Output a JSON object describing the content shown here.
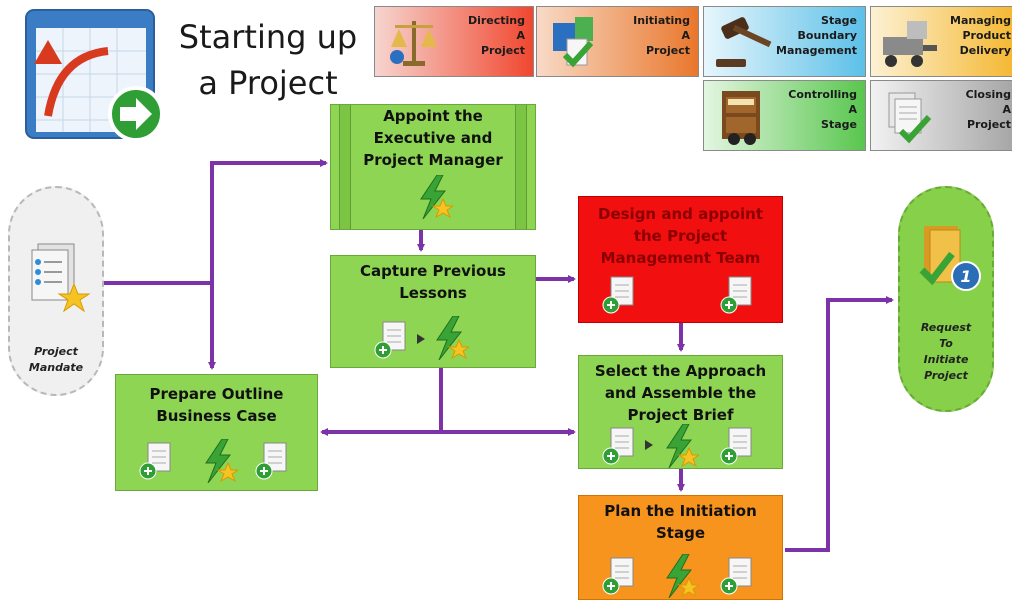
{
  "title": {
    "line1": "Starting up",
    "line2": "a Project"
  },
  "processes": [
    {
      "id": "directing",
      "lines": [
        "Directing",
        "A",
        "Project"
      ]
    },
    {
      "id": "initiating",
      "lines": [
        "Initiating",
        "A",
        "Project"
      ]
    },
    {
      "id": "stage-boundary",
      "lines": [
        "Stage",
        "Boundary",
        "Management"
      ]
    },
    {
      "id": "managing-delivery",
      "lines": [
        "Managing",
        "Product",
        "Delivery"
      ]
    },
    {
      "id": "controlling",
      "lines": [
        "Controlling",
        "A",
        "Stage"
      ]
    },
    {
      "id": "closing",
      "lines": [
        "Closing",
        "A",
        "Project"
      ]
    }
  ],
  "steps": [
    {
      "id": "appoint",
      "lines": [
        "Appoint the",
        "Executive and",
        "Project Manager"
      ]
    },
    {
      "id": "capture",
      "lines": [
        "Capture Previous",
        "Lessons"
      ]
    },
    {
      "id": "design",
      "lines": [
        "Design and appoint",
        "the Project",
        "Management Team"
      ]
    },
    {
      "id": "outline",
      "lines": [
        "Prepare Outline",
        "Business Case"
      ]
    },
    {
      "id": "select",
      "lines": [
        "Select the Approach",
        "and Assemble the",
        "Project Brief"
      ]
    },
    {
      "id": "plan",
      "lines": [
        "Plan the Initiation",
        "Stage"
      ]
    }
  ],
  "start": {
    "lines": [
      "Project",
      "Mandate"
    ]
  },
  "end": {
    "lines": [
      "Request",
      "To",
      "Initiate",
      "Project"
    ],
    "badge": "1"
  },
  "colors": {
    "arrow": "#7d33a8",
    "green": "#8ed553",
    "red": "#f20f0f",
    "orange": "#f7941d",
    "directing": "#f0472f",
    "initiating": "#e9772c",
    "stage_boundary": "#5cc0e8",
    "managing_delivery": "#f4b62d",
    "controlling": "#59c64e",
    "closing": "#a3a3a3"
  },
  "icons": {
    "app_logo": "window-arrow-icon",
    "directing": "scales-icon",
    "initiating": "documents-check-icon",
    "stage_boundary": "gavel-icon",
    "managing_delivery": "machine-icon",
    "controlling": "cabinet-binoculars-icon",
    "closing": "documents-check-icon",
    "step": "lightning-star-icon",
    "doc": "document-plus-icon",
    "mandate": "list-star-icon",
    "request": "folder-check-icon"
  }
}
